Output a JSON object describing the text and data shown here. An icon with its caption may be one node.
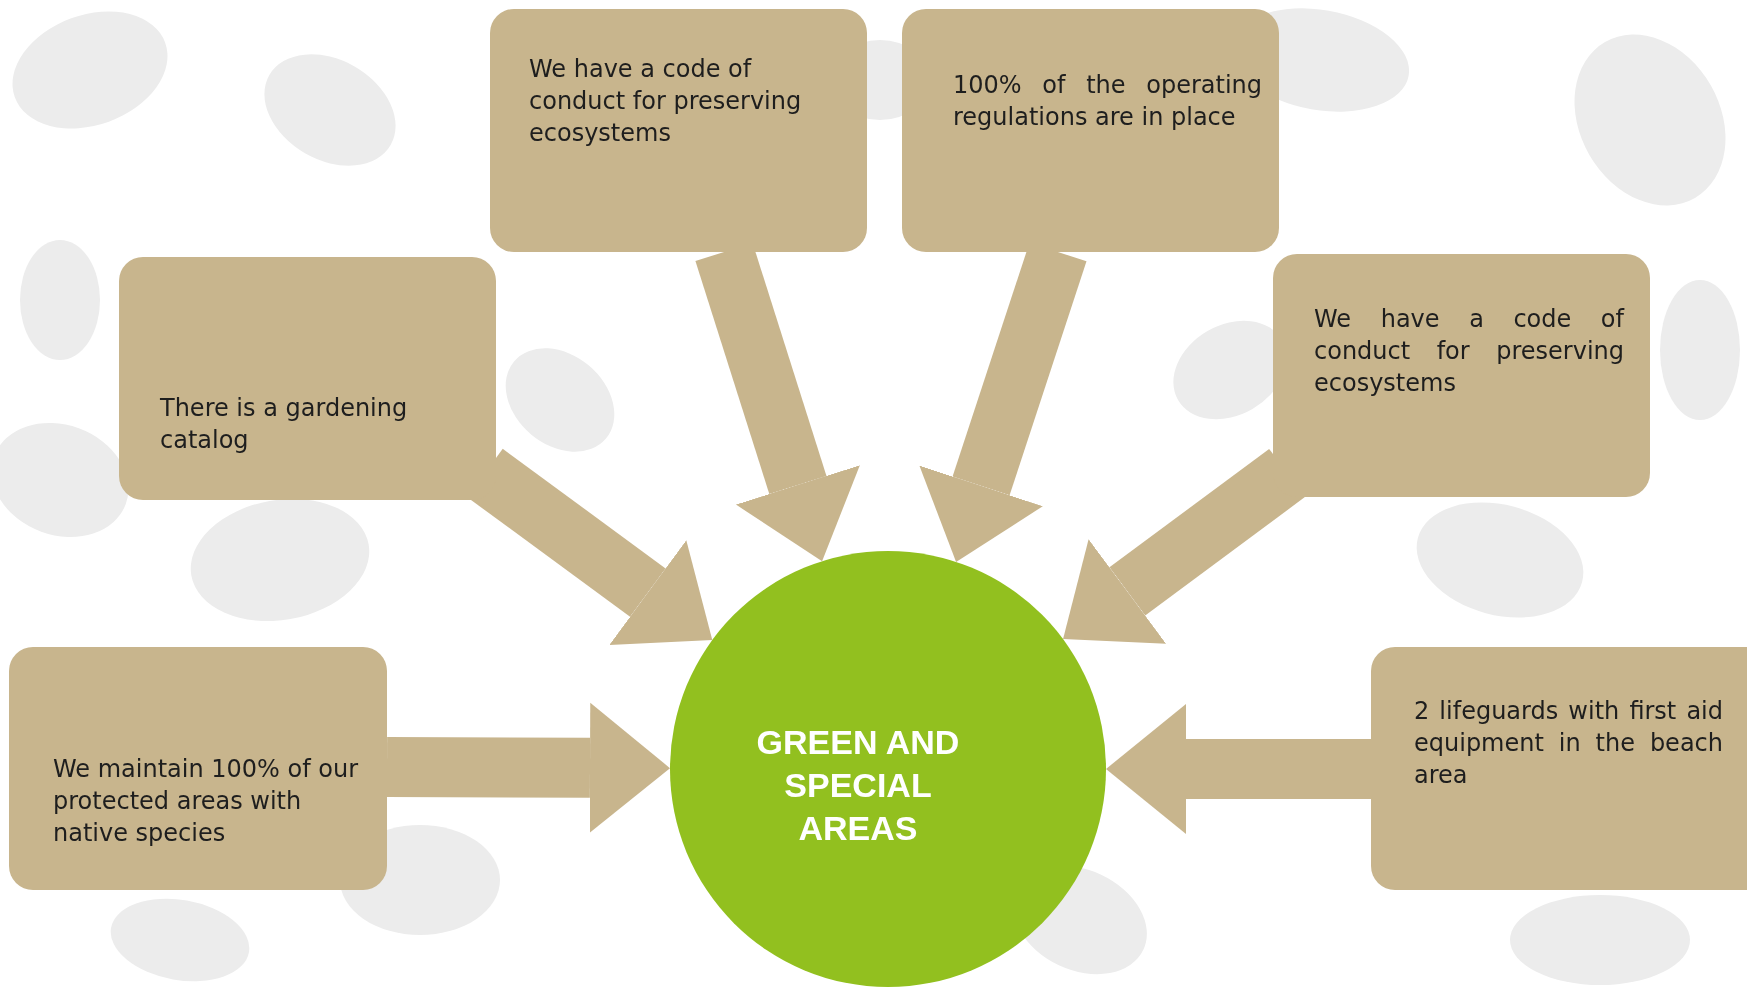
{
  "diagram": {
    "nodes": [
      {
        "text": [
          "We have a code of conduct for preserving ecosystems"
        ]
      },
      {
        "text": [
          "100% of the operating regulations are in place"
        ]
      },
      {
        "text": [
          "There is a gardening catalog"
        ]
      },
      {
        "text": [
          "We have a code of conduct for preserving ecosystems"
        ]
      },
      {
        "text": [
          "We maintain 100% of our protected areas with native species"
        ]
      },
      {
        "text": [
          "GREEN AND SPECIAL AREAS"
        ]
      },
      {
        "text": [
          "2 lifeguards with first aid equipment in the beach area"
        ]
      }
    ],
    "edges": [
      {
        "from": 0,
        "to": 5,
        "arrow": "to"
      },
      {
        "from": 1,
        "to": 5,
        "arrow": "to"
      },
      {
        "from": 2,
        "to": 5,
        "arrow": "to"
      },
      {
        "from": 3,
        "to": 5,
        "arrow": "to"
      },
      {
        "from": 4,
        "to": 5,
        "arrow": "to"
      },
      {
        "from": 6,
        "to": 5,
        "arrow": "to"
      }
    ]
  }
}
